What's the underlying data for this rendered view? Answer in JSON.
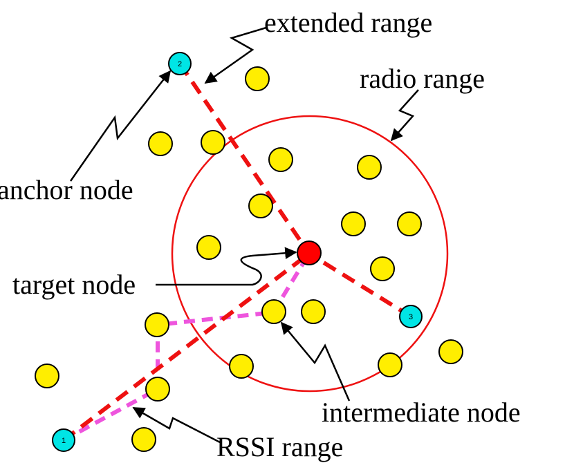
{
  "labels": {
    "extended_range": "extended range",
    "radio_range": "radio range",
    "anchor_node": "anchor node",
    "target_node": "target node",
    "intermediate_node": "intermediate node",
    "rssi_range": "RSSI range"
  },
  "anchors": [
    {
      "number": "1"
    },
    {
      "number": "2"
    },
    {
      "number": "3"
    }
  ],
  "colors": {
    "regular_node": "#ffee00",
    "anchor_node": "#00e5e5",
    "target_node": "#ff0000",
    "radio_range_circle": "#ee1111",
    "extended_range_path": "#ee1111",
    "rssi_path": "#ee55dd",
    "node_stroke": "#000000"
  }
}
